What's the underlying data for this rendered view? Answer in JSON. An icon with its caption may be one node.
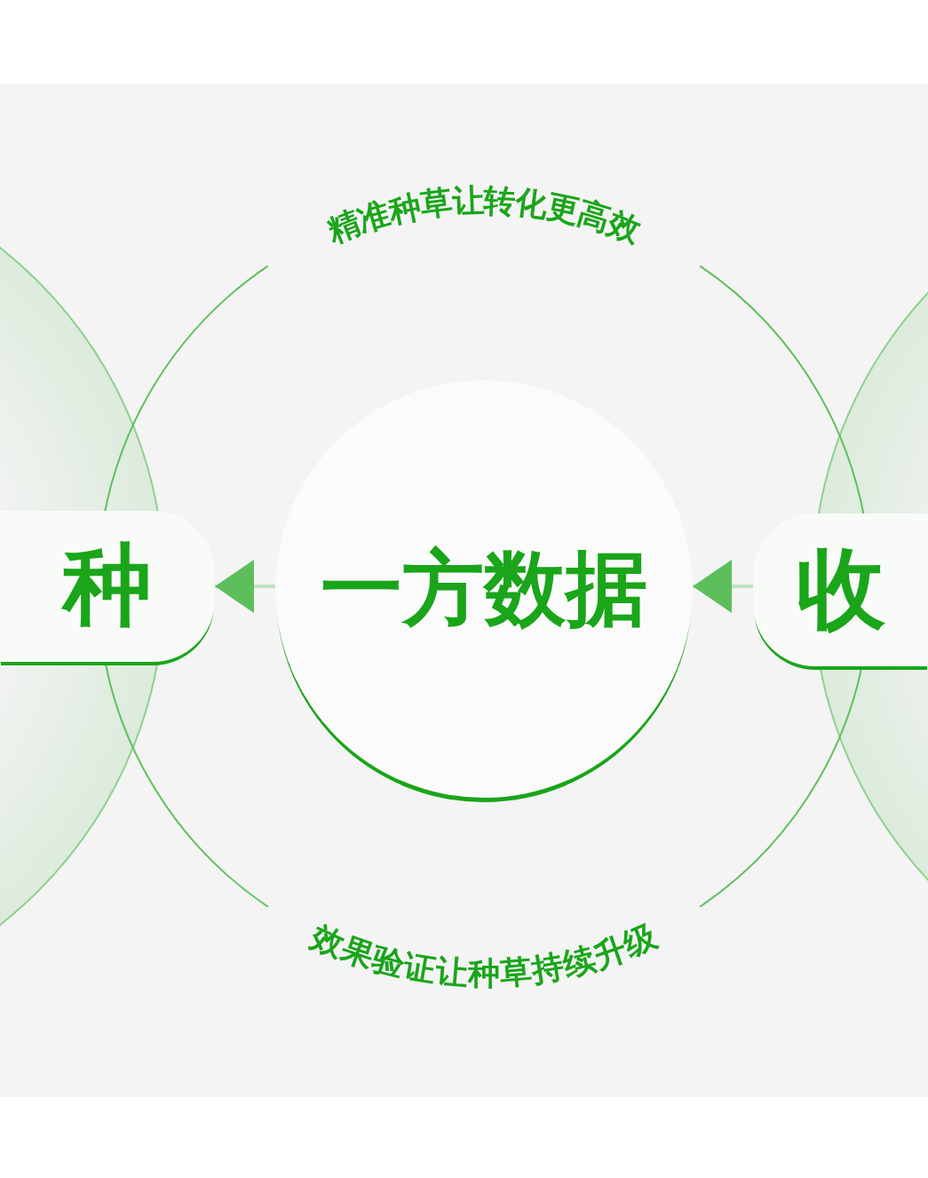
{
  "diagram": {
    "nodes": [
      {
        "text": [
          "一方数据"
        ]
      },
      {
        "text": [
          "种"
        ]
      },
      {
        "text": [
          "收"
        ]
      }
    ],
    "edges": [
      {
        "from": 0,
        "to": 1,
        "arrow": "to"
      },
      {
        "from": 2,
        "to": 0,
        "arrow": "to"
      }
    ],
    "labels": [
      "精准种草让转化更高效",
      "效果验证让种草持续升级"
    ]
  }
}
